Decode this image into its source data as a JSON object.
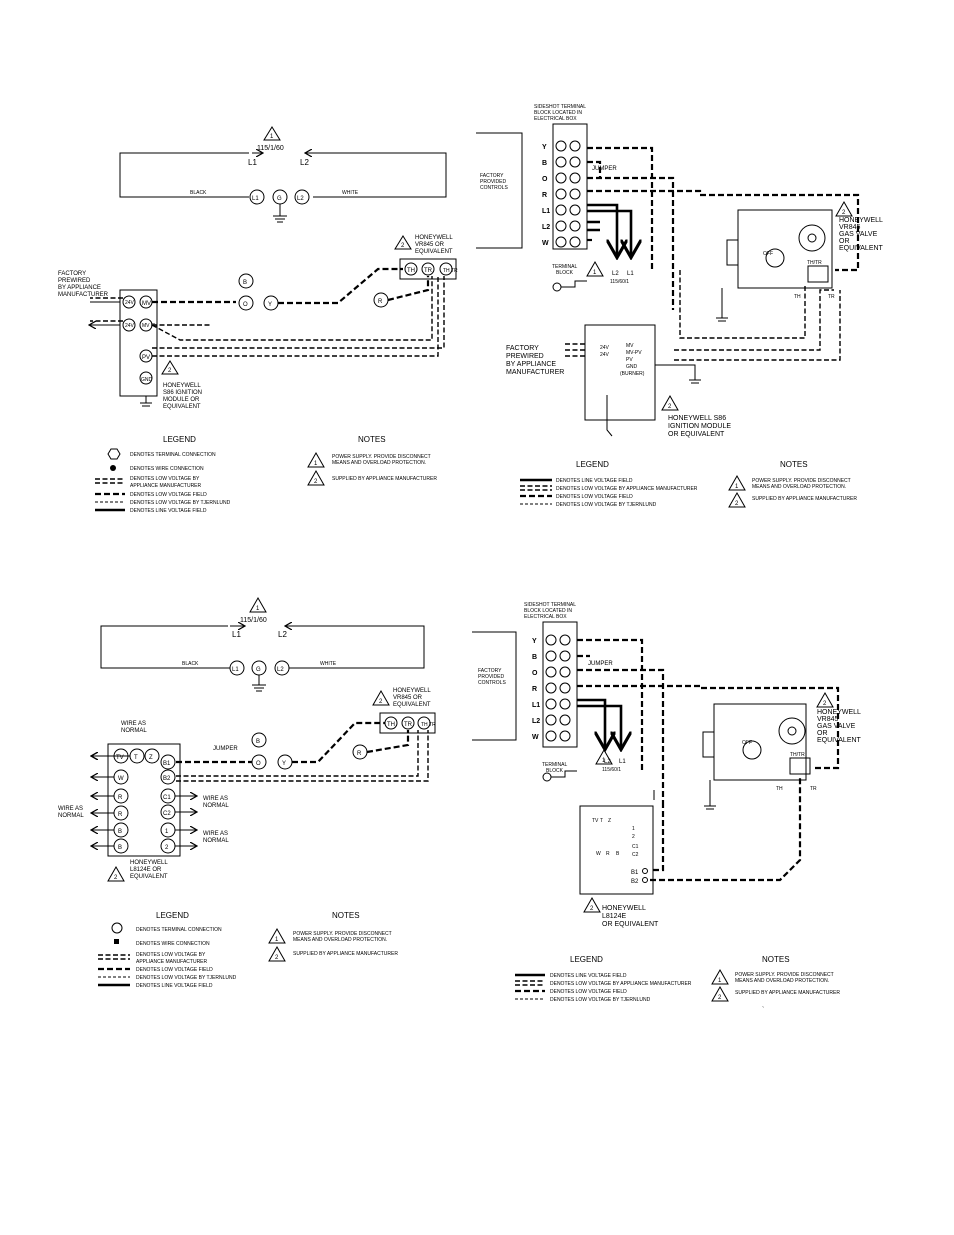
{
  "power": {
    "label": "115/1/60",
    "alt_label": "115/60/1",
    "l1": "L1",
    "l2": "L2",
    "g": "G",
    "black": "BLACK",
    "white": "WHITE"
  },
  "d1": {
    "valve": [
      "HONEYWELL",
      "VR845 OR",
      "EQUIVALENT"
    ],
    "prewired": [
      "FACTORY",
      "PREWIRED",
      "BY APPLIANCE",
      "MANUFACTURER"
    ],
    "module": [
      "HONEYWELL",
      "S86 IGNITION",
      "MODULE OR",
      "EQUIVALENT"
    ],
    "terms": {
      "th": "TH",
      "tr": "TR",
      "thtr": "TH TR",
      "b": "B",
      "o": "O",
      "y": "Y",
      "r": "R",
      "mv": "MV",
      "mvpv": "MV PV",
      "pv": "PV",
      "gnd": "GND",
      "twenty_four_v": "24V"
    }
  },
  "d2": {
    "terminal_header": [
      "SIDESHOT TERMINAL",
      "BLOCK LOCATED IN",
      "ELECTRICAL BOX"
    ],
    "terminals": [
      "Y",
      "B",
      "O",
      "R",
      "L1",
      "L2",
      "W"
    ],
    "jumper": "JUMPER",
    "factory": [
      "FACTORY",
      "PROVIDED",
      "CONTROLS"
    ],
    "terminal_block": [
      "TERMINAL",
      "BLOCK"
    ],
    "valve": [
      "HONEYWELL",
      "VR845",
      "GAS VALVE",
      "OR",
      "EQUIVALENT"
    ],
    "prewired": [
      "FACTORY",
      "PREWIRED",
      "BY APPLIANCE",
      "MANUFACTURER"
    ],
    "module": [
      "HONEYWELL S86",
      "IGNITION MODULE",
      "OR EQUIVALENT"
    ],
    "module_terms": [
      "24V",
      "24V",
      "MV",
      "MV-PV",
      "PV",
      "GND",
      "(BURNER)"
    ],
    "valve_terms": {
      "off": "OFF",
      "thtr": "TH/TR",
      "th": "TH",
      "tr": "TR"
    }
  },
  "d3": {
    "valve": [
      "HONEYWELL",
      "VR845 OR",
      "EQUIVALENT"
    ],
    "wire_as_normal": [
      "WIRE AS",
      "NORMAL"
    ],
    "jumper": "JUMPER",
    "terms": [
      "TV",
      "T",
      "Z",
      "W",
      "R",
      "R",
      "B",
      "B",
      "B1",
      "B2",
      "C1",
      "C2",
      "1",
      "2"
    ],
    "controller": [
      "HONEYWELL",
      "L8124E OR",
      "EQUIVALENT"
    ]
  },
  "d4": {
    "terminal_header": [
      "SIDESHOT TERMINAL",
      "BLOCK LOCATED IN",
      "ELECTRICAL BOX"
    ],
    "terminals": [
      "Y",
      "B",
      "O",
      "R",
      "L1",
      "L2",
      "W"
    ],
    "jumper": "JUMPER",
    "factory": [
      "FACTORY",
      "PROVIDED",
      "CONTROLS"
    ],
    "terminal_block": [
      "TERMINAL",
      "BLOCK"
    ],
    "valve": [
      "HONEYWELL",
      "VR845",
      "GAS VALVE",
      "OR",
      "EQUIVALENT"
    ],
    "controller": [
      "HONEYWELL",
      "L8124E",
      "OR EQUIVALENT"
    ],
    "ctrl_terms": [
      "TV",
      "T",
      "Z",
      "1",
      "2",
      "C1",
      "C2",
      "W",
      "R",
      "B",
      "B1",
      "B2"
    ]
  },
  "legend": {
    "title": "LEGEND",
    "terminal": "DENOTES TERMINAL CONNECTION",
    "wire": "DENOTES WIRE CONNECTION",
    "lv_appliance": [
      "DENOTES LOW VOLTAGE BY",
      "APPLIANCE MANUFACTURER"
    ],
    "lv_field": "DENOTES LOW VOLTAGE FIELD",
    "lv_tjernlund": "DENOTES LOW VOLTAGE BY TJERNLUND",
    "line_field": "DENOTES LINE VOLTAGE FIELD",
    "lv_appliance_1line": "DENOTES LOW VOLTAGE BY APPLIANCE MANUFACTURER"
  },
  "notes": {
    "title": "NOTES",
    "n1": [
      "POWER SUPPLY. PROVIDE DISCONNECT",
      "MEANS AND OVERLOAD PROTECTION."
    ],
    "n2": "SUPPLIED BY APPLIANCE MANUFACTURER",
    "num1": "1",
    "num2": "2"
  },
  "stray_mark": "`"
}
